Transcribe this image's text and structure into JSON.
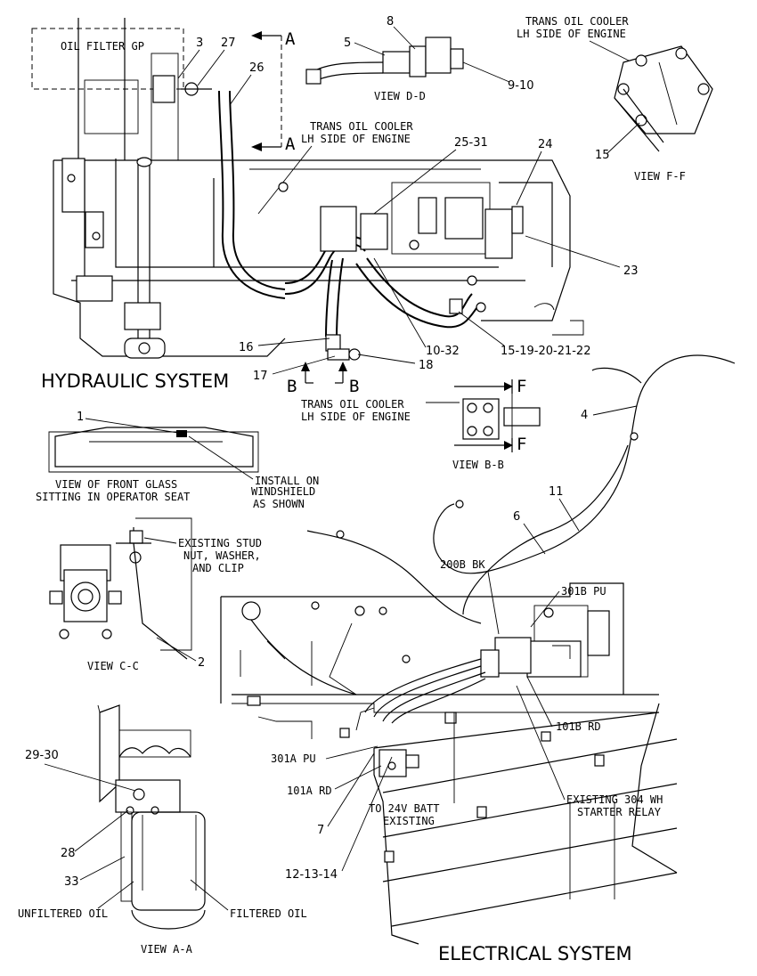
{
  "views": {
    "oil_filter_gp": "OIL FILTER GP",
    "view_dd": "VIEW D-D",
    "view_ff": "VIEW F-F",
    "view_bb": "VIEW B-B",
    "view_cc": "VIEW C-C",
    "view_aa": "VIEW A-A"
  },
  "section_titles": {
    "hydraulic": "HYDRAULIC SYSTEM",
    "electrical": "ELECTRICAL SYSTEM"
  },
  "section_markers": {
    "a_top": "A",
    "a_bottom": "A",
    "b_left": "B",
    "b_right": "B",
    "f_top": "F",
    "f_bottom": "F"
  },
  "notes": {
    "trans_cooler_ff_1": "TRANS OIL COOLER",
    "trans_cooler_ff_2": "LH SIDE OF ENGINE",
    "trans_cooler_main_1": "TRANS OIL COOLER",
    "trans_cooler_main_2": "LH SIDE OF ENGINE",
    "trans_cooler_bb_1": "TRANS OIL COOLER",
    "trans_cooler_bb_2": "LH SIDE OF ENGINE",
    "front_glass_1": "VIEW OF FRONT GLASS",
    "front_glass_2": "SITTING IN OPERATOR SEAT",
    "install_1": "INSTALL ON",
    "install_2": "WINDSHIELD",
    "install_3": "AS SHOWN",
    "stud_1": "EXISTING STUD",
    "stud_2": "NUT, WASHER,",
    "stud_3": "AND CLIP",
    "batt_1": "TO 24V BATT",
    "batt_2": "EXISTING",
    "starter_1": "EXISTING 304 WH",
    "starter_2": "STARTER RELAY",
    "unfiltered": "UNFILTERED OIL",
    "filtered": "FILTERED OIL"
  },
  "wires": {
    "w200b": "200B BK",
    "w301b": "301B PU",
    "w101b": "101B RD",
    "w301a": "301A PU",
    "w101a": "101A RD"
  },
  "callouts": {
    "c3": "3",
    "c27": "27",
    "c26": "26",
    "c8": "8",
    "c5": "5",
    "c9_10": "9-10",
    "c15_ff": "15",
    "c25_31": "25-31",
    "c24": "24",
    "c23": "23",
    "c16": "16",
    "c17": "17",
    "c18": "18",
    "c10_32": "10-32",
    "c15_22": "15-19-20-21-22",
    "c1": "1",
    "c4": "4",
    "c11": "11",
    "c6": "6",
    "c2": "2",
    "c29_30": "29-30",
    "c28": "28",
    "c33": "33",
    "c7": "7",
    "c12_14": "12-13-14"
  }
}
